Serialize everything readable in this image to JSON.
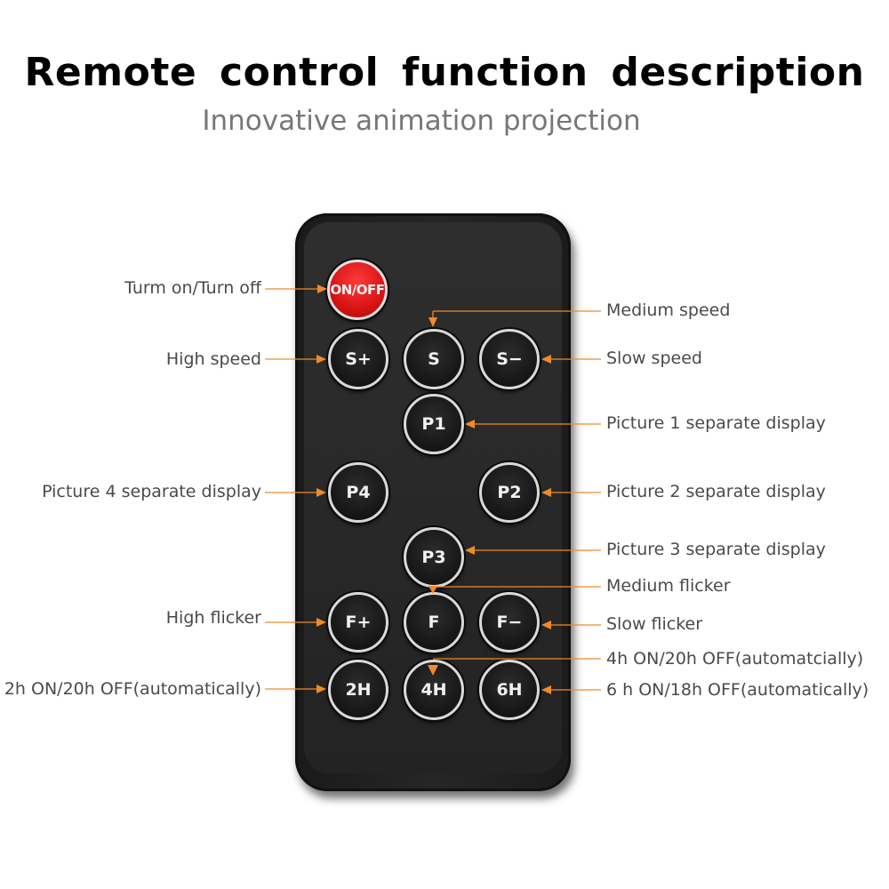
{
  "header": {
    "title": "Remote control function description",
    "subtitle": "Innovative animation projection"
  },
  "buttons": {
    "onoff": "ON/OFF",
    "s_plus": "S+",
    "s": "S",
    "s_minus": "S−",
    "p1": "P1",
    "p4": "P4",
    "p2": "P2",
    "p3": "P3",
    "f_plus": "F+",
    "f": "F",
    "f_minus": "F−",
    "h2": "2H",
    "h4": "4H",
    "h6": "6H"
  },
  "labels": {
    "turn_on_off": "Turm on/Turn off",
    "medium_speed": "Medium speed",
    "high_speed": "High speed",
    "slow_speed": "Slow speed",
    "picture1": "Picture 1 separate display",
    "picture4": "Picture 4 separate display",
    "picture2": "Picture 2 separate display",
    "picture3": "Picture 3 separate display",
    "medium_flicker": "Medium flicker",
    "high_flicker": "High flicker",
    "slow_flicker": "Slow flicker",
    "timer4h": "4h ON/20h OFF(automatcially)",
    "timer2h": "2h ON/20h OFF(automatically)",
    "timer6h": "6 h ON/18h  OFF(automatically)"
  },
  "colors": {
    "leader_line": "#f08a2a",
    "power_button": "#d81414"
  }
}
